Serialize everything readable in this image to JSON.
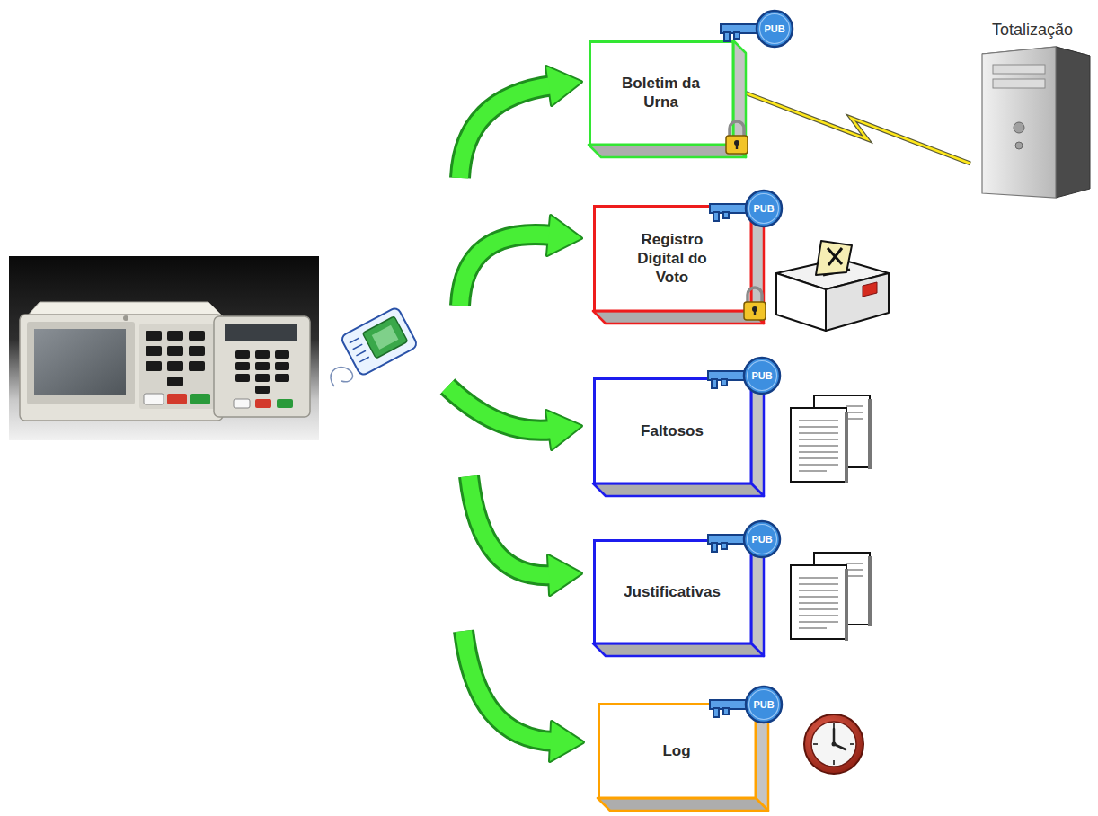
{
  "diagram": {
    "nodes": [
      {
        "text": [
          "Boletim da Urna"
        ]
      },
      {
        "text": [
          "Totalização"
        ]
      },
      {
        "text": [
          "Registro Digital do Voto"
        ]
      },
      {
        "text": [
          "Faltosos"
        ]
      },
      {
        "text": [
          "Justificativas"
        ]
      },
      {
        "text": [
          "Log"
        ]
      }
    ],
    "edges": [
      {
        "from": 0,
        "to": 1,
        "arrow": "none"
      }
    ],
    "labels": [
      "PUB",
      "PUB",
      "PUB",
      "PUB",
      "PUB"
    ]
  }
}
